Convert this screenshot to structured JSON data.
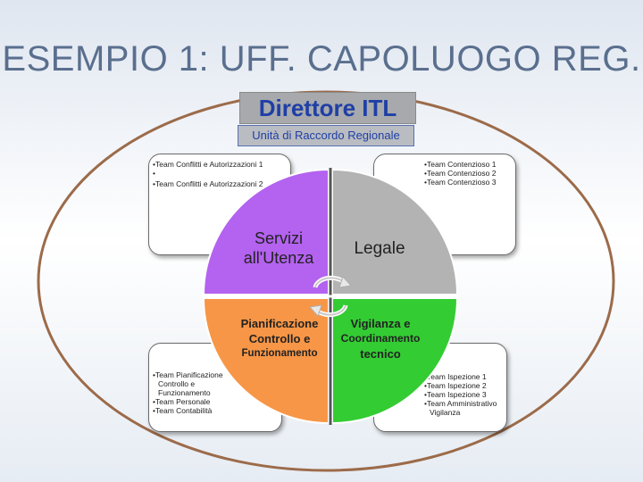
{
  "title": "ESEMPIO 1: UFF. CAPOLUOGO REG.",
  "director": "Direttore ITL",
  "unit": "Unità di Raccordo Regionale",
  "colors": {
    "purple": "#b462f0",
    "gray": "#b3b3b3",
    "orange": "#f79646",
    "green": "#33cc33",
    "ellipse_stroke": "#9c6b4a",
    "text_blue": "#1f3fa6"
  },
  "quadrants": {
    "top_left": {
      "lines": [
        "Servizi",
        "all'Utenza"
      ]
    },
    "top_right": {
      "lines": [
        "Legale"
      ]
    },
    "bottom_left": {
      "lines": [
        "Pianificazione",
        "Controllo e",
        "Funzionamento"
      ]
    },
    "bottom_right": {
      "lines": [
        "Vigilanza e",
        "Coordinamento",
        "tecnico"
      ]
    }
  },
  "cards": {
    "top_left": {
      "items": [
        "Team Conflitti e Autorizzazioni 1",
        "Team Conflitti e Autorizzazioni 2"
      ]
    },
    "top_right": {
      "items": [
        "Team Contenzioso 1",
        "Team Contenzioso 2",
        "Team Contenzioso 3"
      ]
    },
    "bottom_left": {
      "items": [
        "Team Pianificazione Controllo e Funzionamento",
        "Team Personale",
        "Team Contabilità"
      ]
    },
    "bottom_right": {
      "items": [
        "Team Ispezione 1",
        "Team Ispezione 2",
        "Team Ispezione 3",
        "Team Amministrativo Vigilanza"
      ]
    }
  },
  "cycle_icon": "circular-arrows-icon"
}
